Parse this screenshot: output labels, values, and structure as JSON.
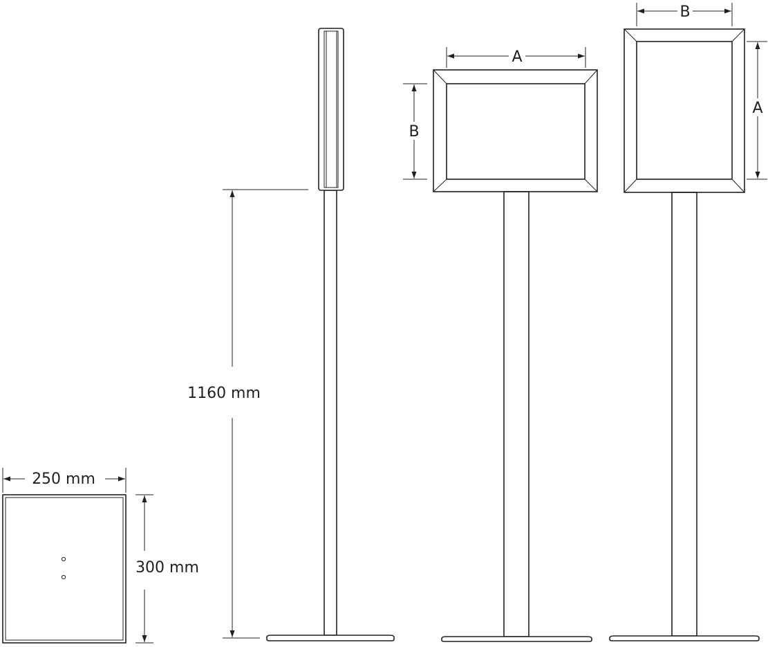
{
  "base_plate": {
    "width_label": "250 mm",
    "height_label": "300 mm"
  },
  "side_view": {
    "height_label": "1160 mm"
  },
  "landscape_stand": {
    "width_label": "A",
    "height_label": "B"
  },
  "portrait_stand": {
    "width_label": "B",
    "height_label": "A"
  },
  "colors": {
    "line": "#231f20",
    "background": "#ffffff"
  }
}
